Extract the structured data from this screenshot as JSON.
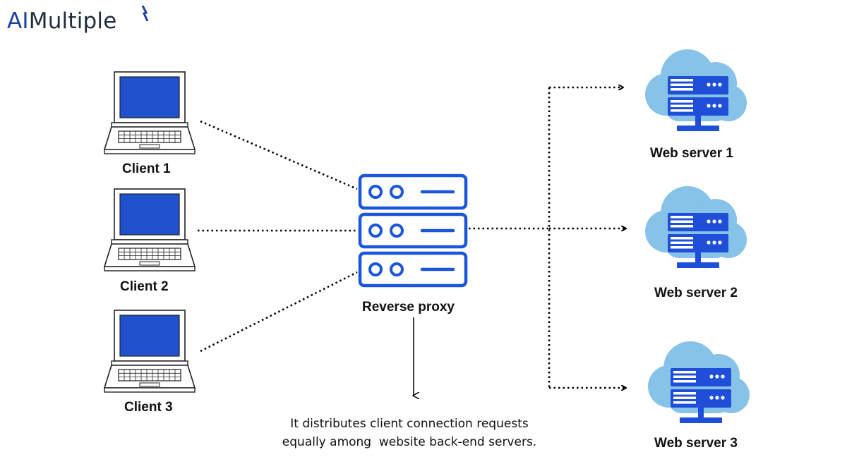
{
  "logo": {
    "prefix": "AI",
    "suffix": "Multiple"
  },
  "clients": [
    {
      "label": "Client 1"
    },
    {
      "label": "Client 2"
    },
    {
      "label": "Client 3"
    }
  ],
  "proxy": {
    "label": "Reverse proxy"
  },
  "servers": [
    {
      "label": "Web server 1"
    },
    {
      "label": "Web server 2"
    },
    {
      "label": "Web server 3"
    }
  ],
  "caption": {
    "line1": "It distributes client connection requests",
    "line2": "equally among  website back-end servers."
  },
  "colors": {
    "proxy_blue": "#1a56db",
    "screen_blue": "#1f52cc",
    "cloud_blue": "#87c3e8",
    "server_blue": "#1f4fd8",
    "logo_blue": "#1d3fa6"
  }
}
